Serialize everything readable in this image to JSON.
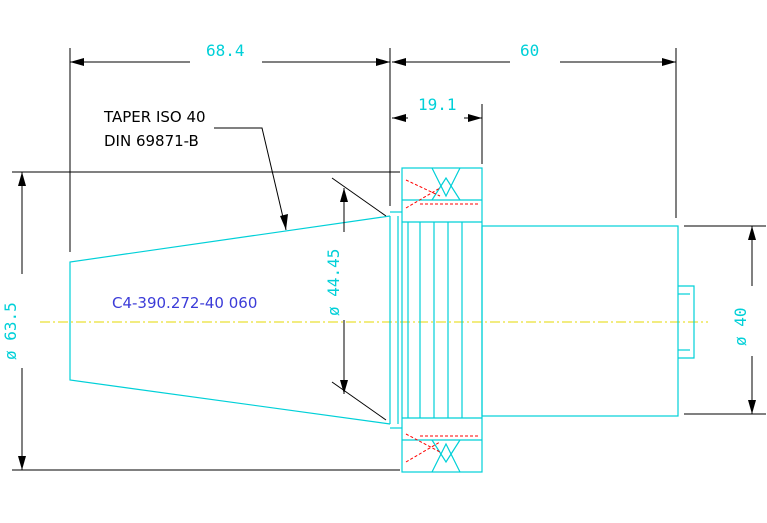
{
  "dimensions": {
    "overall_taper_length": "68.4",
    "shank_length": "60",
    "flange_width": "19.1",
    "flange_diameter": "ø 63.5",
    "gauge_diameter": "ø 44.45",
    "shank_diameter": "ø 40"
  },
  "notes": {
    "taper_line1": "TAPER ISO 40",
    "taper_line2": "DIN 69871-B"
  },
  "part": {
    "number": "C4-390.272-40 060"
  },
  "colors": {
    "outline": "#00d0d8",
    "dimension": "#000000",
    "hidden": "#ff0000",
    "centerline": "#e6d800",
    "part_label": "#3b3bd8"
  }
}
